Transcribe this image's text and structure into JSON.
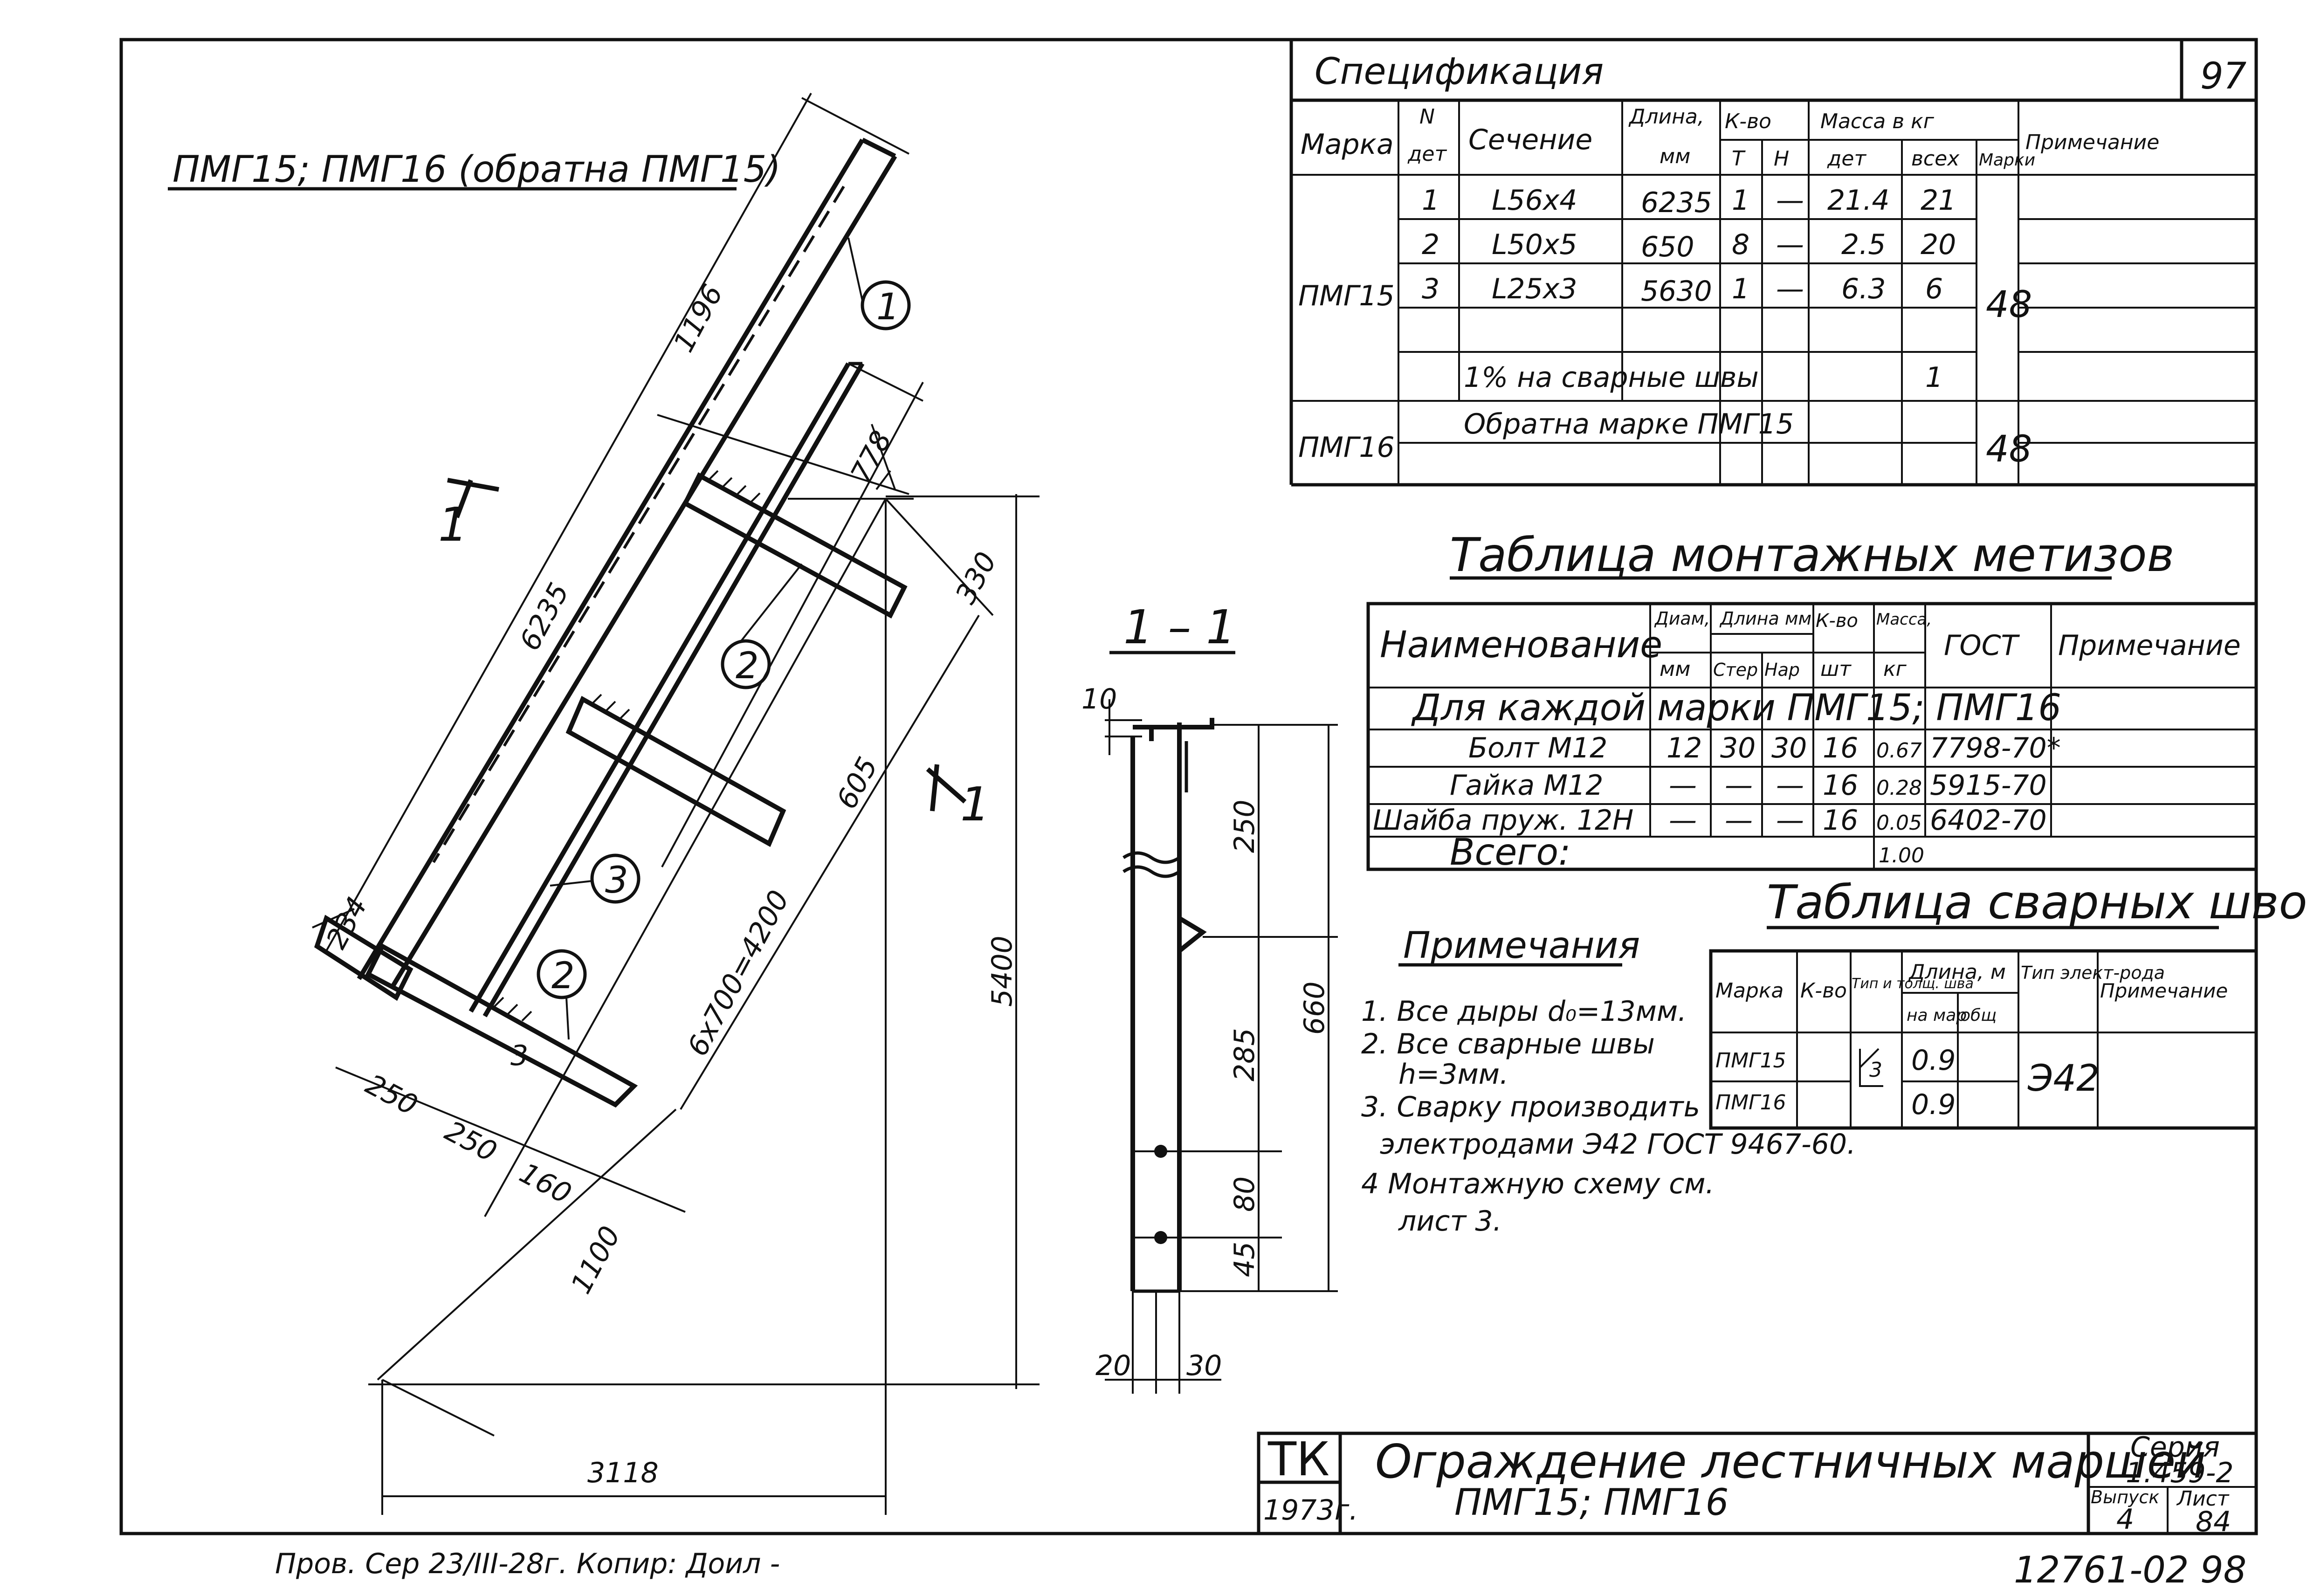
{
  "sheet_number_top": "97",
  "drawing_title": "ПМГ15; ПМГ16 (обратна ПМГ15)",
  "spec": {
    "title": "Спецификация",
    "headers": {
      "marka": "Марка",
      "n_det_1": "N",
      "n_det_2": "дет",
      "section": "Сечение",
      "length_1": "Длина,",
      "length_2": "мм",
      "count": "К-во",
      "t": "Т",
      "n": "Н",
      "mass": "Масса в кг",
      "mass_det": "дет",
      "mass_all": "всех",
      "mass_mark": "Марки",
      "note": "Примечание"
    },
    "rows": [
      {
        "n": "1",
        "section": "L56x4",
        "length": "6235",
        "t": "1",
        "h": "—",
        "det": "21.4",
        "all": "21"
      },
      {
        "n": "2",
        "section": "L50x5",
        "length": "650",
        "t": "8",
        "h": "—",
        "det": "2.5",
        "all": "20"
      },
      {
        "n": "3",
        "section": "L25x3",
        "length": "5630",
        "t": "1",
        "h": "—",
        "det": "6.3",
        "all": "6"
      }
    ],
    "mark_pmg15": "ПМГ15",
    "mass_mark_15": "48",
    "weld_row": "1% на сварные швы",
    "weld_all": "1",
    "mark_pmg16": "ПМГ16",
    "pmg16_text": "Обратна марке ПМГ15",
    "mass_mark_16": "48"
  },
  "fasteners": {
    "title": "Таблица монтажных метизов",
    "headers": {
      "name": "Наименование",
      "diam": "Диам,",
      "diam_unit": "мм",
      "length": "Длина мм",
      "ster": "Стер",
      "nar": "Нар",
      "count": "К-во",
      "count_unit": "шт",
      "mass": "Масса,",
      "mass_unit": "кг",
      "gost": "ГОСТ",
      "note": "Примечание"
    },
    "group_row": "Для каждой марки ПМГ15; ПМГ16",
    "rows": [
      {
        "name": "Болт М12",
        "diam": "12",
        "ster": "30",
        "nar": "30",
        "count": "16",
        "mass": "0.67",
        "gost": "7798-70*"
      },
      {
        "name": "Гайка М12",
        "diam": "—",
        "ster": "—",
        "nar": "—",
        "count": "16",
        "mass": "0.28",
        "gost": "5915-70"
      },
      {
        "name": "Шайба пруж. 12Н",
        "diam": "—",
        "ster": "—",
        "nar": "—",
        "count": "16",
        "mass": "0.05",
        "gost": "6402-70"
      }
    ],
    "total_label": "Всего:",
    "total_mass": "1.00"
  },
  "welds": {
    "title": "Таблица сварных швов",
    "headers": {
      "marka": "Марка",
      "count": "К-во",
      "type": "Тип и толщ. шва",
      "length": "Длина, м",
      "on_mark": "на мар",
      "total": "общ",
      "electrode": "Тип элект-рода",
      "note": "Примечание"
    },
    "rows": [
      {
        "marka": "ПМГ15",
        "len": "0.9"
      },
      {
        "marka": "ПМГ16",
        "len": "0.9"
      }
    ],
    "weld_size": "3",
    "electrode": "Э42"
  },
  "notes": {
    "title": "Примечания",
    "lines": [
      "1. Все дыры d₀=13мм.",
      "2. Все сварные швы",
      "h=3мм.",
      "3. Сварку производить",
      "электродами Э42 ГОСТ 9467-60.",
      "4 Монтажную схему см.",
      "лист 3."
    ]
  },
  "section_label": "1 – 1",
  "section_mark": "1",
  "dims_main": {
    "d1196": "1196",
    "d6235": "6235",
    "d778": "778",
    "d330": "330",
    "d605": "605",
    "d6x700": "6x700=4200",
    "d234": "234",
    "d250a": "250",
    "d250b": "250",
    "d160": "160",
    "d1100": "1100",
    "d5400": "5400",
    "d3118": "3118",
    "p3": "3"
  },
  "callouts": [
    "1",
    "2",
    "3",
    "2"
  ],
  "dims_section": {
    "d10": "10",
    "d250": "250",
    "d285": "285",
    "d80": "80",
    "d45": "45",
    "d660": "660",
    "d20": "20",
    "d30": "30"
  },
  "title_block": {
    "org": "ТК",
    "year": "1973г.",
    "title_1": "Ограждение лестничных маршей",
    "title_2": "ПМГ15; ПМГ16",
    "series_label": "Серия",
    "series": "1.459-2",
    "issue_label": "Выпуск",
    "issue": "4",
    "sheet_label": "Лист",
    "sheet": "84"
  },
  "footer_left": "Пров. Сер 23/III-28г. Копир: Доил -",
  "footer_right": "12761-02",
  "footer_page": "98"
}
